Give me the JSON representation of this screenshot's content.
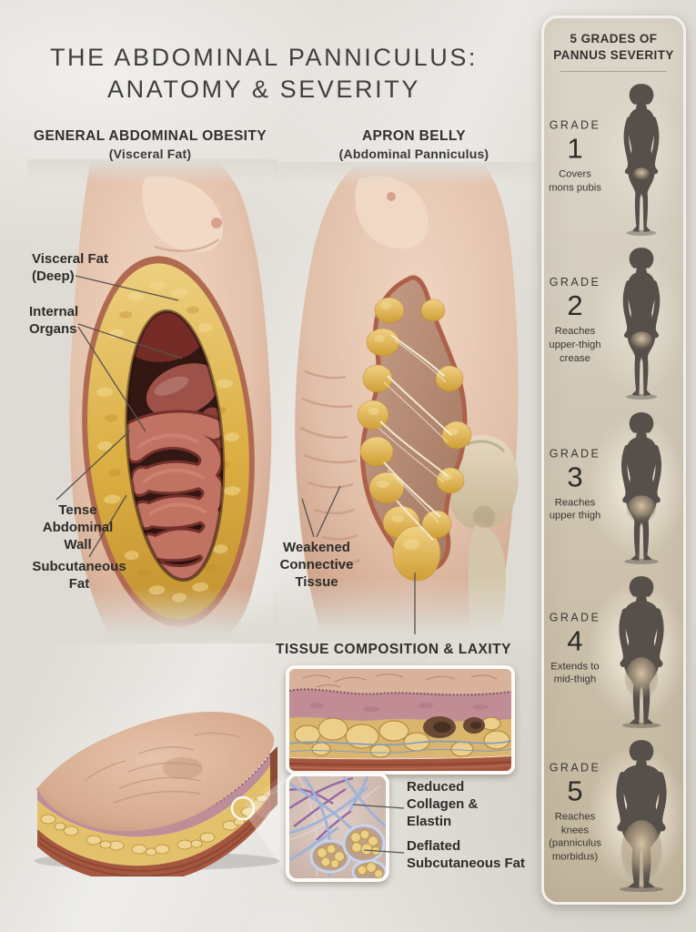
{
  "title": {
    "line1": "THE ABDOMINAL PANNICULUS:",
    "line2": "ANATOMY & SEVERITY"
  },
  "left_panel": {
    "heading": "GENERAL ABDOMINAL OBESITY",
    "subheading": "(Visceral Fat)",
    "labels": {
      "visceral_fat": "Visceral Fat\n(Deep)",
      "internal_organs": "Internal\nOrgans",
      "abdominal_wall": "Tense\nAbdominal\nWall",
      "subcutaneous_fat": "Subcutaneous\nFat"
    }
  },
  "right_panel": {
    "heading": "APRON BELLY",
    "subheading": "(Abdominal Panniculus)",
    "labels": {
      "connective_tissue": "Weakened\nConnective\nTissue"
    }
  },
  "tissue_section": {
    "heading": "TISSUE COMPOSITION & LAXITY",
    "labels": {
      "collagen": "Reduced\nCollagen &\nElastin",
      "fat": "Deflated\nSubcutaneous Fat"
    }
  },
  "severity_panel": {
    "heading": "5 GRADES OF\nPANNUS SEVERITY",
    "grade_label": "GRADE",
    "grades": [
      {
        "number": "1",
        "description": "Covers\nmons pubis"
      },
      {
        "number": "2",
        "description": "Reaches\nupper-thigh\ncrease"
      },
      {
        "number": "3",
        "description": "Reaches\nupper thigh"
      },
      {
        "number": "4",
        "description": "Extends to\nmid-thigh"
      },
      {
        "number": "5",
        "description": "Reaches\nknees\n(panniculus\nmorbidus)"
      }
    ]
  },
  "colors": {
    "background": "#dedbd4",
    "text": "#3c3a36",
    "fat_gold": "#ddb14c",
    "skin": "#e8cab5",
    "muscle_red": "#a85640",
    "bone": "#d9ccb2",
    "silhouette": "#57504a",
    "panel_top": "#dcd6ca",
    "panel_bottom": "#c2b59d"
  }
}
